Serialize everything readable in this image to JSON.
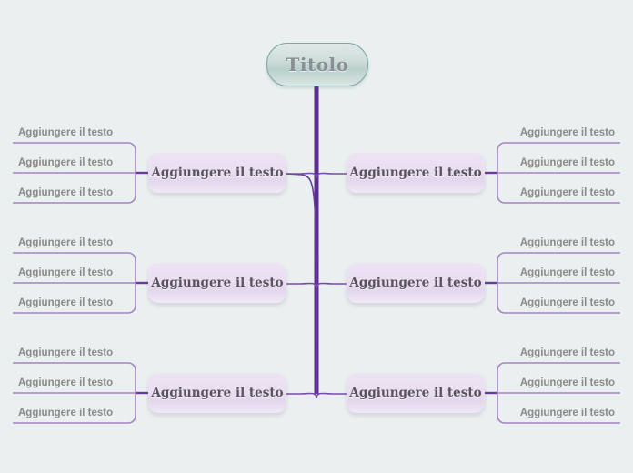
{
  "document": {
    "title_node": {
      "label": "Titolo"
    },
    "background_color": "#e9f0ef",
    "accent_color": "#5b2d8e",
    "branch_color": "#9b7ab8",
    "node_fill": "#e9dff1",
    "leaf_text_color": "#8a8a8a"
  },
  "branches": [
    {
      "side": "left",
      "row": 1,
      "label": "Aggiungere il testo",
      "leaves": [
        {
          "label": "Aggiungere il testo"
        },
        {
          "label": "Aggiungere il testo"
        },
        {
          "label": "Aggiungere il testo"
        }
      ]
    },
    {
      "side": "left",
      "row": 2,
      "label": "Aggiungere il testo",
      "leaves": [
        {
          "label": "Aggiungere il testo"
        },
        {
          "label": "Aggiungere il testo"
        },
        {
          "label": "Aggiungere il testo"
        }
      ]
    },
    {
      "side": "left",
      "row": 3,
      "label": "Aggiungere il testo",
      "leaves": [
        {
          "label": "Aggiungere il testo"
        },
        {
          "label": "Aggiungere il testo"
        },
        {
          "label": "Aggiungere il testo"
        }
      ]
    },
    {
      "side": "right",
      "row": 1,
      "label": "Aggiungere il testo",
      "leaves": [
        {
          "label": "Aggiungere il testo"
        },
        {
          "label": "Aggiungere il testo"
        },
        {
          "label": "Aggiungere il testo"
        }
      ]
    },
    {
      "side": "right",
      "row": 2,
      "label": "Aggiungere il testo",
      "leaves": [
        {
          "label": "Aggiungere il testo"
        },
        {
          "label": "Aggiungere il testo"
        },
        {
          "label": "Aggiungere il testo"
        }
      ]
    },
    {
      "side": "right",
      "row": 3,
      "label": "Aggiungere il testo",
      "leaves": [
        {
          "label": "Aggiungere il testo"
        },
        {
          "label": "Aggiungere il testo"
        },
        {
          "label": "Aggiungere il testo"
        }
      ]
    }
  ]
}
